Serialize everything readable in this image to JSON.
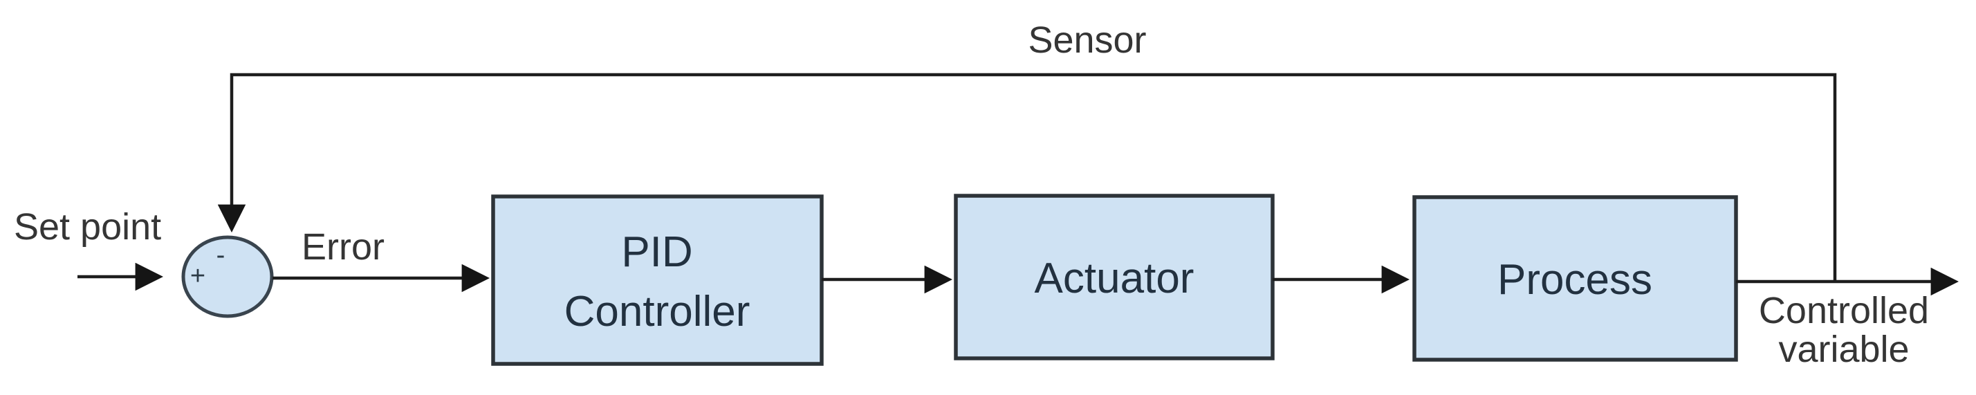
{
  "diagram": {
    "kind": "feedback-control-loop-block-diagram",
    "labels": {
      "set_point": "Set point",
      "error": "Error",
      "sensor": "Sensor",
      "controlled_variable_line1": "Controlled",
      "controlled_variable_line2": "variable",
      "sum_plus": "+",
      "sum_minus": "-"
    },
    "blocks": [
      {
        "id": "pid-controller",
        "label_line1": "PID",
        "label_line2": "Controller"
      },
      {
        "id": "actuator",
        "label": "Actuator"
      },
      {
        "id": "process",
        "label": "Process"
      }
    ],
    "colors": {
      "block_fill": "#cfe2f3",
      "block_border": "#2d3338",
      "line": "#1d1d1d",
      "annotation_text": "#353535",
      "block_text": "#223140",
      "background": "#ffffff"
    }
  }
}
